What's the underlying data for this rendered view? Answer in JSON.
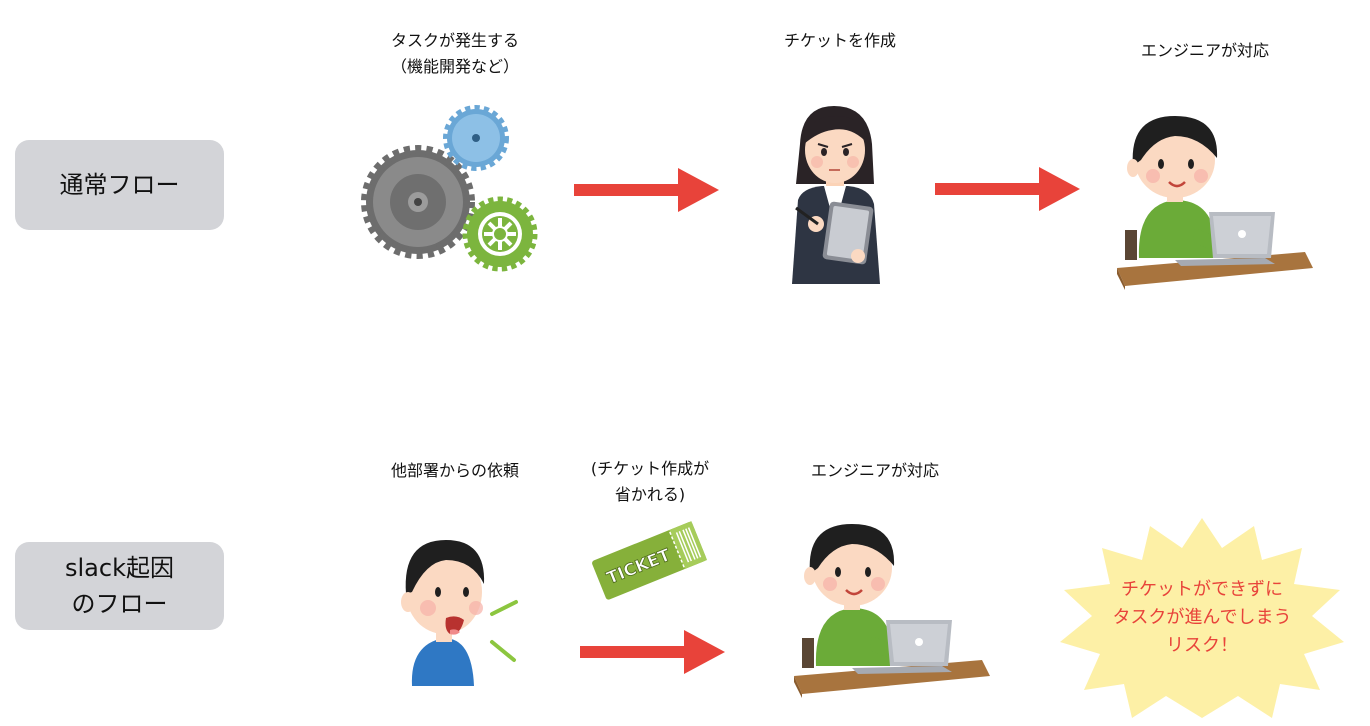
{
  "rows": {
    "normal": {
      "label": "通常フロー",
      "step1_lines": [
        "タスクが発生する",
        "（機能開発など）"
      ],
      "step2": "チケットを作成",
      "step3": "エンジニアが対応"
    },
    "slack": {
      "label_lines": [
        "slack起因",
        "のフロー"
      ],
      "step1": "他部署からの依頼",
      "skip_lines": [
        "(チケット作成が",
        "省かれる)"
      ],
      "step2": "エンジニアが対応",
      "risk_lines": [
        "チケットができずに",
        "タスクが進んでしまう",
        "リスク！"
      ],
      "ticket_text": "TICKET"
    }
  },
  "colors": {
    "arrow": "#e8433a",
    "label_box": "#d3d4d8",
    "risk_text": "#e8433a",
    "burst": "#fdf0a6"
  }
}
